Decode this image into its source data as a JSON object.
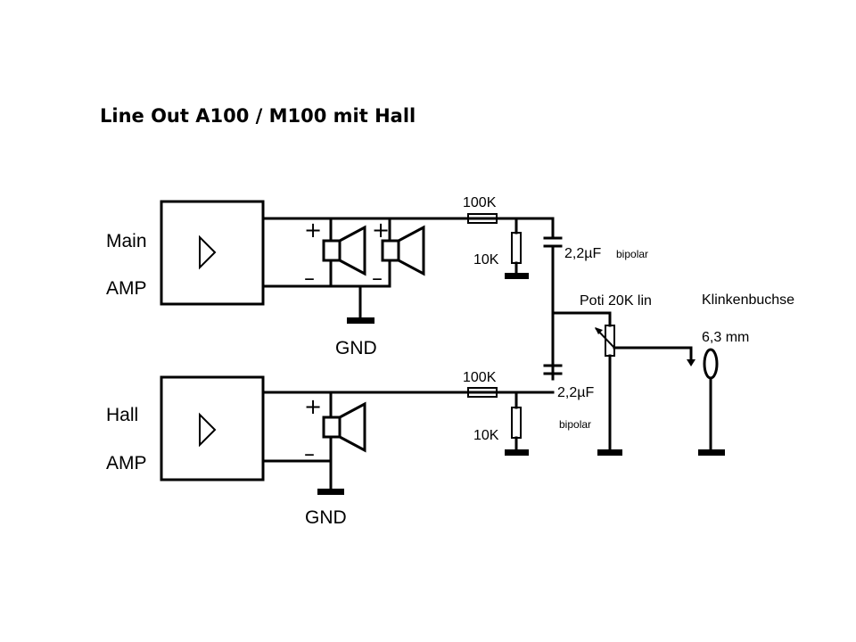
{
  "title": "Line Out A100 / M100 mit Hall",
  "main_amp": {
    "line1": "Main",
    "line2": "AMP"
  },
  "hall_amp": {
    "line1": "Hall",
    "line2": "AMP"
  },
  "gnd_label": "GND",
  "plus_sign": "+",
  "minus_sign": "–",
  "resistor_top_series": "100K",
  "resistor_top_shunt": "10K",
  "resistor_bottom_series": "100K",
  "resistor_bottom_shunt": "10K",
  "cap_top": {
    "value": "2,2µF",
    "note": "bipolar"
  },
  "cap_bottom": {
    "value": "2,2µF",
    "note": "bipolar"
  },
  "poti_label": "Poti  20K  lin",
  "jack": {
    "name": "Klinkenbuchse",
    "size": "6,3  mm"
  }
}
